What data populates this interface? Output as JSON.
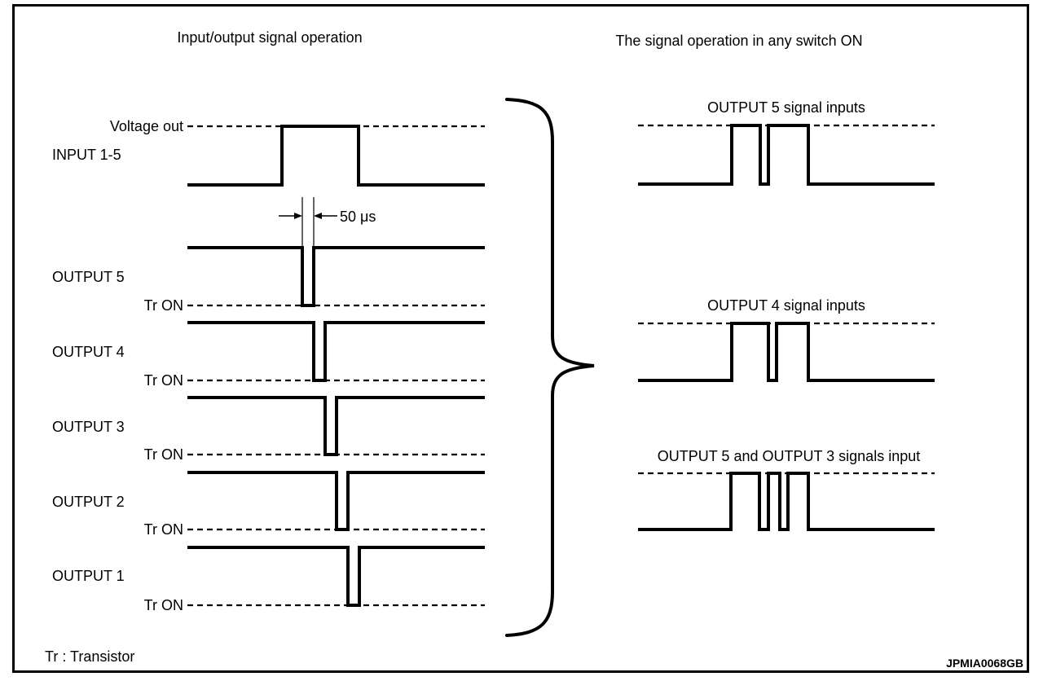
{
  "left_panel": {
    "title": "Input/output signal operation",
    "voltage_label": "Voltage out",
    "input_label": "INPUT 1-5",
    "pulse_width_label": "50 μs",
    "outputs": [
      {
        "label": "OUTPUT 5",
        "level_label": "Tr ON"
      },
      {
        "label": "OUTPUT 4",
        "level_label": "Tr ON"
      },
      {
        "label": "OUTPUT 3",
        "level_label": "Tr ON"
      },
      {
        "label": "OUTPUT 2",
        "level_label": "Tr ON"
      },
      {
        "label": "OUTPUT 1",
        "level_label": "Tr ON"
      }
    ]
  },
  "right_panel": {
    "title": "The signal operation in any switch ON",
    "examples": [
      {
        "label": "OUTPUT 5 signal inputs"
      },
      {
        "label": "OUTPUT 4 signal inputs"
      },
      {
        "label": "OUTPUT 5 and OUTPUT 3 signals input"
      }
    ]
  },
  "footnote": "Tr : Transistor",
  "figure_id": "JPMIA0068GB",
  "colors": {
    "line": "#000000",
    "background": "#ffffff"
  }
}
